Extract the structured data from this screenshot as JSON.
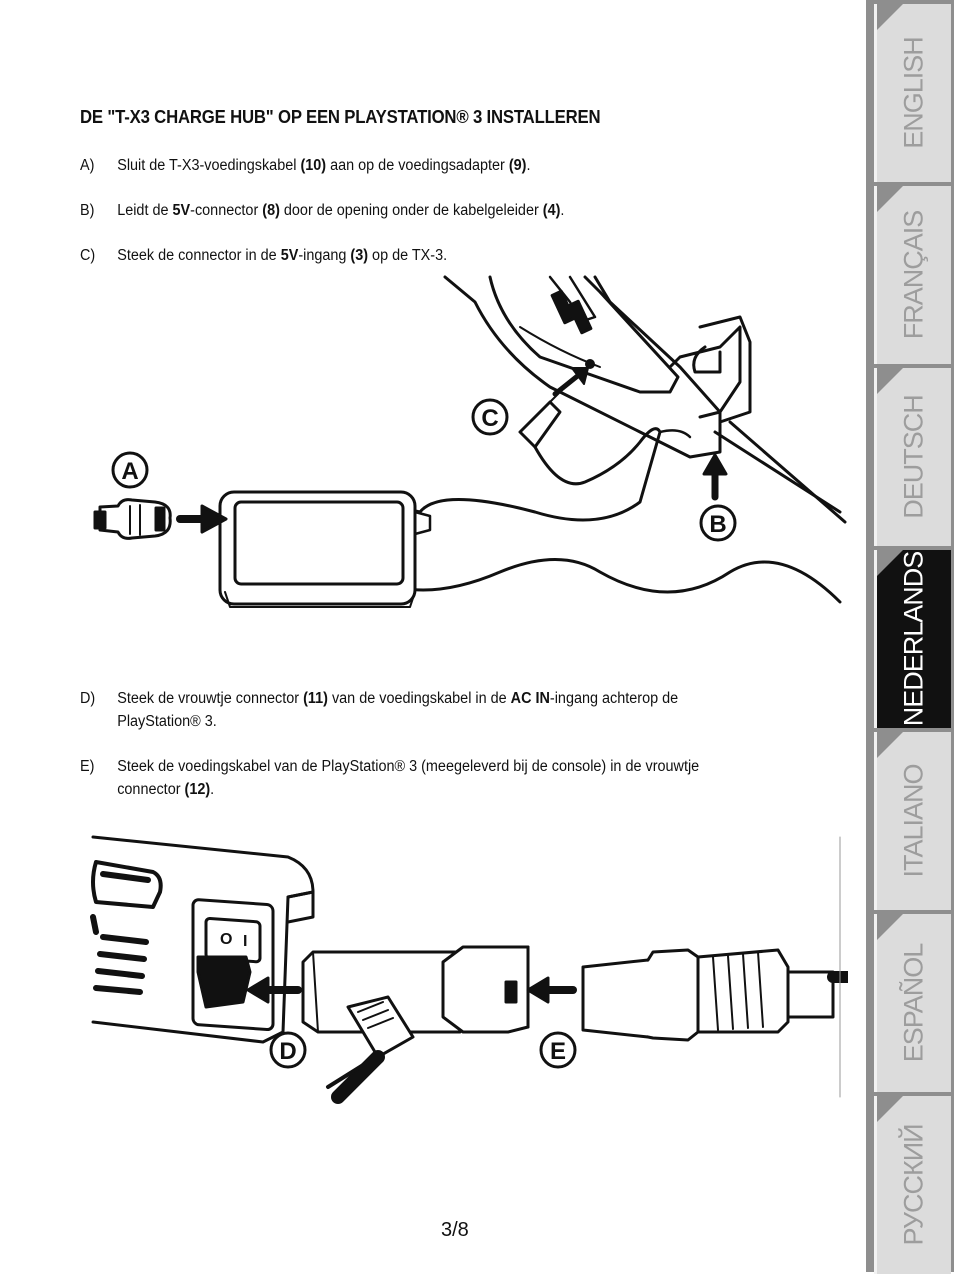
{
  "title": "DE \"T-X3 CHARGE HUB\" OP EEN PLAYSTATION® 3 INSTALLEREN",
  "steps": [
    {
      "letter": "A)",
      "parts": [
        {
          "t": "Sluit de T-X3-voedingskabel ",
          "b": false
        },
        {
          "t": "(10)",
          "b": true
        },
        {
          "t": " aan op de voedingsadapter ",
          "b": false
        },
        {
          "t": "(9)",
          "b": true
        },
        {
          "t": ".",
          "b": false
        }
      ]
    },
    {
      "letter": "B)",
      "parts": [
        {
          "t": "Leidt de ",
          "b": false
        },
        {
          "t": "5V",
          "b": true
        },
        {
          "t": "-connector ",
          "b": false
        },
        {
          "t": "(8)",
          "b": true
        },
        {
          "t": " door de opening onder de kabelgeleider ",
          "b": false
        },
        {
          "t": "(4)",
          "b": true
        },
        {
          "t": ".",
          "b": false
        }
      ]
    },
    {
      "letter": "C)",
      "parts": [
        {
          "t": "Steek de connector in de ",
          "b": false
        },
        {
          "t": "5V",
          "b": true
        },
        {
          "t": "-ingang ",
          "b": false
        },
        {
          "t": "(3)",
          "b": true
        },
        {
          "t": " op de TX-3.",
          "b": false
        }
      ]
    },
    {
      "letter": "D)",
      "parts": [
        {
          "t": "Steek de vrouwtje connector ",
          "b": false
        },
        {
          "t": "(11)",
          "b": true
        },
        {
          "t": " van de voedingskabel in de ",
          "b": false
        },
        {
          "t": "AC IN",
          "b": true
        },
        {
          "t": "-ingang achterop de PlayStation® 3.",
          "b": false
        }
      ]
    },
    {
      "letter": "E)",
      "parts": [
        {
          "t": "Steek de voedingskabel van de PlayStation® 3 (meegeleverd bij de console) in de vrouwtje connector ",
          "b": false
        },
        {
          "t": "(12)",
          "b": true
        },
        {
          "t": ".",
          "b": false
        }
      ]
    }
  ],
  "figure1_labels": {
    "a": "A",
    "b": "B",
    "c": "C"
  },
  "figure2_labels": {
    "d": "D",
    "e": "E",
    "switch_off": "O",
    "switch_on": "I"
  },
  "page_number": "3/8",
  "languages": [
    "ENGLISH",
    "FRANÇAIS",
    "DEUTSCH",
    "NEDERLANDS",
    "ITALIANO",
    "ESPAÑOL",
    "РУССКИЙ"
  ],
  "active_language": "NEDERLANDS",
  "colors": {
    "tab_bg": "#dcdcdc",
    "tab_active": "#111111",
    "tab_text": "#9d9d9d",
    "sidebar": "#8e8e8e"
  }
}
